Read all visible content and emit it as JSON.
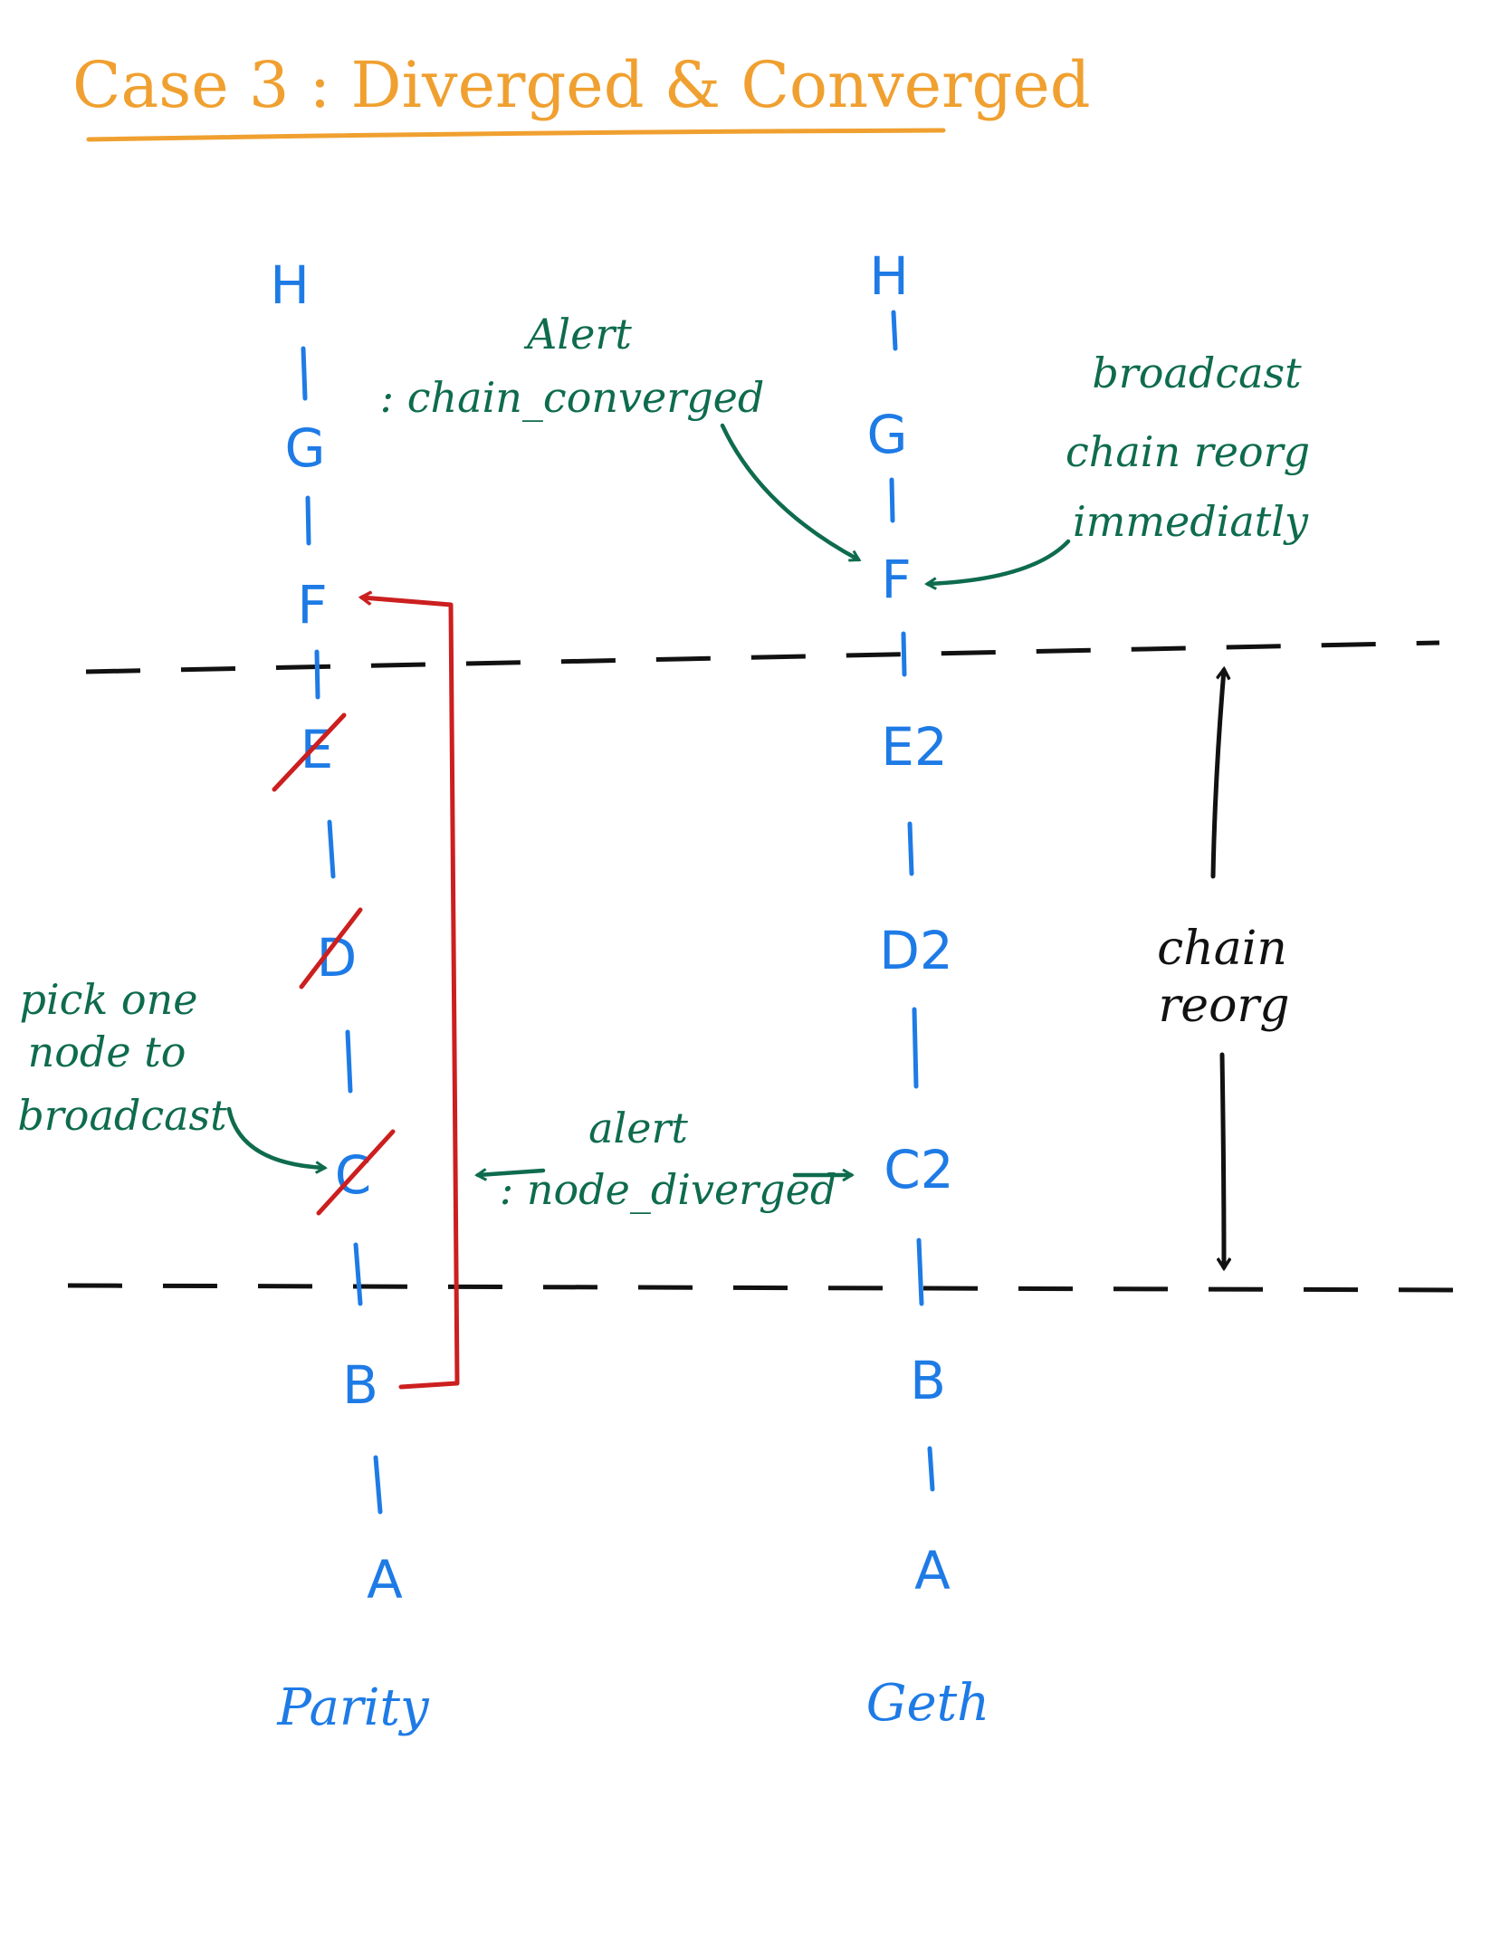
{
  "title": "Case 3 : Diverged & Converged",
  "colors": {
    "title": "#F0A030",
    "nodes": "#1E7BE6",
    "annotation": "#0E6B4E",
    "broadcast_arrow": "#CC1F1F",
    "reorg": "#111111"
  },
  "parity": {
    "label": "Parity",
    "nodes": [
      "H",
      "G",
      "F",
      "E",
      "D",
      "C",
      "B",
      "A"
    ],
    "struck_nodes": [
      "E",
      "D",
      "C"
    ]
  },
  "geth": {
    "label": "Geth",
    "nodes": [
      "H",
      "G",
      "F",
      "E2",
      "D2",
      "C2",
      "B",
      "A"
    ]
  },
  "annotations": {
    "alert_converged_line1": "Alert",
    "alert_converged_line2": ": chain_converged",
    "broadcast_line1": "broadcast",
    "broadcast_line2": "chain reorg",
    "broadcast_line3": "immediatly",
    "pick_line1": "pick one",
    "pick_line2": "node to",
    "pick_line3": "broadcast",
    "alert_diverged_line1": "alert",
    "alert_diverged_line2": ": node_diverged",
    "reorg_line1": "chain",
    "reorg_line2": "reorg"
  }
}
